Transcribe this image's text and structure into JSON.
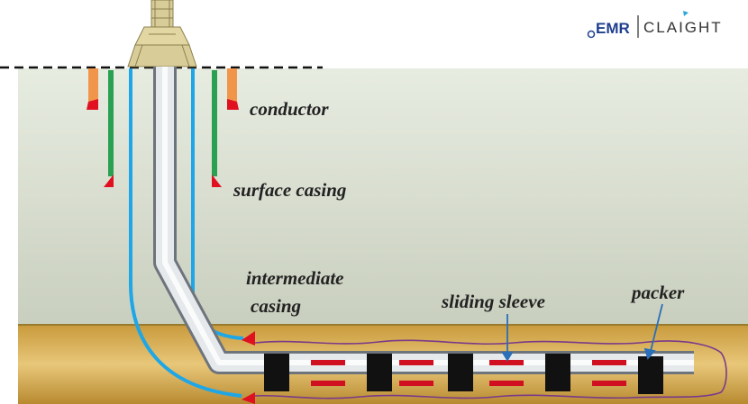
{
  "brand": {
    "name_left": "EMR",
    "name_right": "CLAIGHT",
    "color_left": "#1f3f8f",
    "color_right": "#333333"
  },
  "labels": {
    "conductor": "conductor",
    "surface_casing": "surface casing",
    "intermediate_line1": "intermediate",
    "intermediate_line2": "casing",
    "sliding_sleeve": "sliding sleeve",
    "packer": "packer"
  },
  "colors": {
    "sky_top": "#e7ece1",
    "sky_bottom": "#c9cfbe",
    "formation": "#c99a3c",
    "conductor": "#f0954a",
    "surface_casing": "#2aa052",
    "intermediate_casing": "#1fa6e6",
    "pipe": "#c8ccd2",
    "shoe": "#e01020",
    "packer": "#111111",
    "sleeve": "#d01020",
    "boundary": "#7a3a8a"
  }
}
